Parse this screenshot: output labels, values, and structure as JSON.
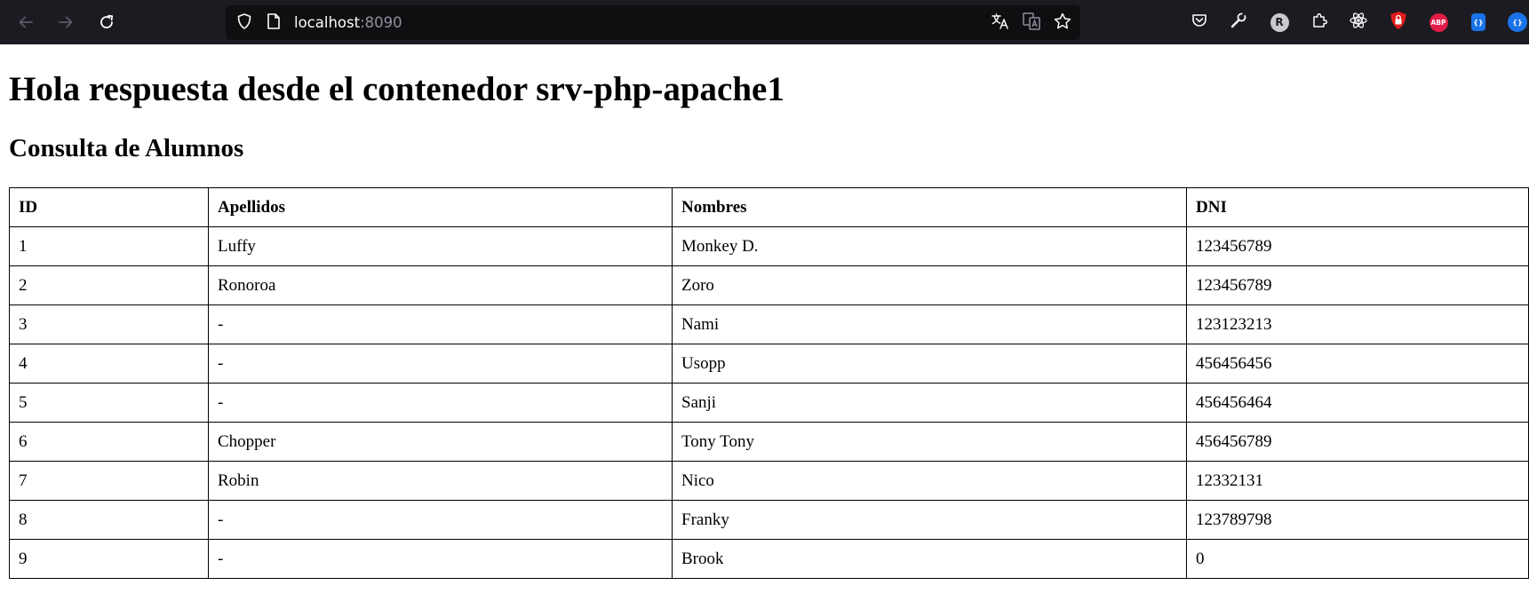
{
  "browser": {
    "url_host": "localhost",
    "url_port": ":8090",
    "icons": {
      "back": "arrow-left-icon",
      "forward": "arrow-right-icon",
      "reload": "reload-icon",
      "shield": "shield-icon",
      "page": "page-icon",
      "translate": "translate-icon",
      "translate_page": "translate-page-icon",
      "bookmark": "star-icon",
      "pocket": "pocket-icon",
      "tools": "wrench-icon",
      "puzzle": "puzzle-icon",
      "react": "react-icon"
    },
    "extensions": {
      "r_label": "R",
      "abp_label": "ABP",
      "json_label": "{}"
    },
    "colors": {
      "toolbar_bg": "#1c1b22",
      "urlbar_bg": "#0f0f12",
      "ublock": "#e11b1b",
      "abp": "#e11d48",
      "json_ext": "#1a73e8"
    }
  },
  "page": {
    "title": "Hola respuesta desde el contenedor srv-php-apache1",
    "subtitle": "Consulta de Alumnos",
    "table": {
      "headers": [
        "ID",
        "Apellidos",
        "Nombres",
        "DNI"
      ],
      "rows": [
        [
          "1",
          "Luffy",
          "Monkey D.",
          "123456789"
        ],
        [
          "2",
          "Ronoroa",
          "Zoro",
          "123456789"
        ],
        [
          "3",
          "-",
          "Nami",
          "123123213"
        ],
        [
          "4",
          "-",
          "Usopp",
          "456456456"
        ],
        [
          "5",
          "-",
          "Sanji",
          "456456464"
        ],
        [
          "6",
          "Chopper",
          "Tony Tony",
          "456456789"
        ],
        [
          "7",
          "Robin",
          "Nico",
          "12332131"
        ],
        [
          "8",
          "-",
          "Franky",
          "123789798"
        ],
        [
          "9",
          "-",
          "Brook",
          "0"
        ]
      ]
    }
  }
}
